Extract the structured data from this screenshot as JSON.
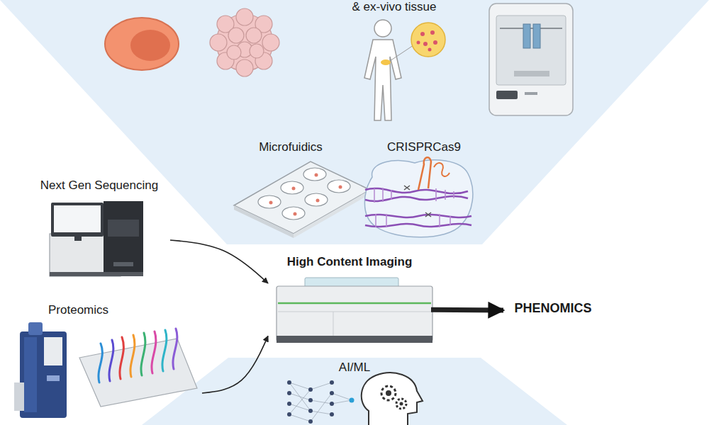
{
  "diagram": {
    "nodes": [
      {
        "text": [
          "Next Gen Sequencing"
        ]
      },
      {
        "text": [
          "Proteomics"
        ]
      },
      {
        "text": [
          "High Content Imaging"
        ]
      },
      {
        "text": [
          "PHENOMICS"
        ]
      }
    ],
    "edges": [
      {
        "from": 0,
        "to": 2,
        "arrow": "to"
      },
      {
        "from": 1,
        "to": 2,
        "arrow": "to"
      },
      {
        "from": 2,
        "to": 3,
        "arrow": "to"
      }
    ],
    "labels": [
      "& ex-vivo tissue",
      "Microfuidics",
      "CRISPRCas9",
      "AI/ML"
    ]
  }
}
